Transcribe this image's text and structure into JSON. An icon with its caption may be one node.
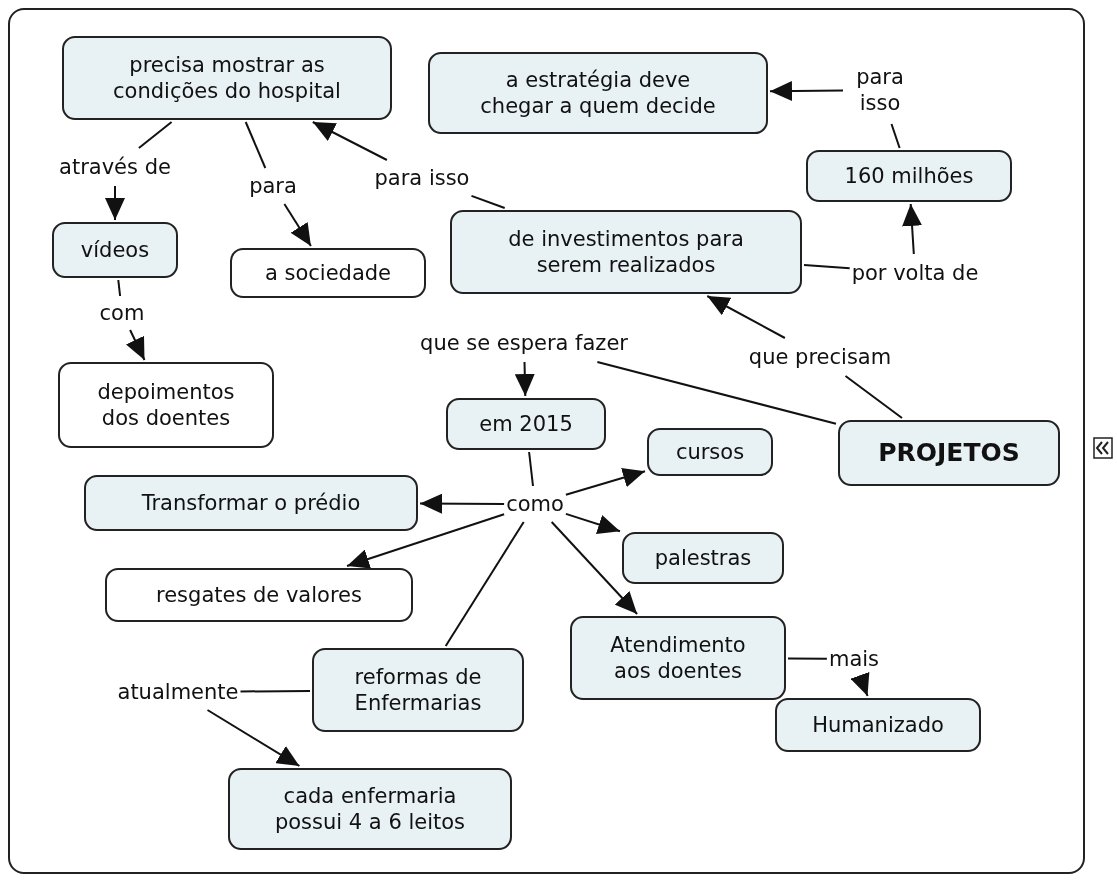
{
  "diagram": {
    "nodes": [
      {
        "text": [
          "precisa mostrar as condições do hospital"
        ]
      },
      {
        "text": [
          "a estratégia deve chegar a quem decide"
        ]
      },
      {
        "text": [
          "para isso"
        ]
      },
      {
        "text": [
          "160 milhões"
        ]
      },
      {
        "text": [
          "através de"
        ]
      },
      {
        "text": [
          "para"
        ]
      },
      {
        "text": [
          "para isso"
        ]
      },
      {
        "text": [
          "vídeos"
        ]
      },
      {
        "text": [
          "a sociedade"
        ]
      },
      {
        "text": [
          "de investimentos para serem realizados"
        ]
      },
      {
        "text": [
          "por volta de"
        ]
      },
      {
        "text": [
          "com"
        ]
      },
      {
        "text": [
          "que se espera fazer"
        ]
      },
      {
        "text": [
          "que precisam"
        ]
      },
      {
        "text": [
          "depoimentos dos doentes"
        ]
      },
      {
        "text": [
          "em 2015"
        ]
      },
      {
        "text": [
          "cursos"
        ]
      },
      {
        "text": [
          "PROJETOS"
        ]
      },
      {
        "text": [
          "Transformar o prédio"
        ]
      },
      {
        "text": [
          "como"
        ]
      },
      {
        "text": [
          "palestras"
        ]
      },
      {
        "text": [
          "resgates de valores"
        ]
      },
      {
        "text": [
          "Atendimento aos doentes"
        ]
      },
      {
        "text": [
          "mais"
        ]
      },
      {
        "text": [
          "atualmente"
        ]
      },
      {
        "text": [
          "reformas de Enfermarias"
        ]
      },
      {
        "text": [
          "Humanizado"
        ]
      },
      {
        "text": [
          "cada enfermaria possui 4 a 6 leitos"
        ]
      }
    ],
    "edges": [
      {
        "from": 2,
        "to": 1,
        "arrow": "to"
      },
      {
        "from": 3,
        "to": 2,
        "arrow": "none"
      },
      {
        "from": 0,
        "to": 4,
        "arrow": "none"
      },
      {
        "from": 4,
        "to": 7,
        "arrow": "to"
      },
      {
        "from": 0,
        "to": 5,
        "arrow": "none"
      },
      {
        "from": 5,
        "to": 8,
        "arrow": "to"
      },
      {
        "from": 9,
        "to": 6,
        "arrow": "none"
      },
      {
        "from": 6,
        "to": 0,
        "arrow": "to"
      },
      {
        "from": 9,
        "to": 10,
        "arrow": "none"
      },
      {
        "from": 10,
        "to": 3,
        "arrow": "to"
      },
      {
        "from": 7,
        "to": 11,
        "arrow": "none"
      },
      {
        "from": 11,
        "to": 14,
        "arrow": "to"
      },
      {
        "from": 17,
        "to": 12,
        "arrow": "none"
      },
      {
        "from": 12,
        "to": 15,
        "arrow": "to"
      },
      {
        "from": 17,
        "to": 13,
        "arrow": "none"
      },
      {
        "from": 13,
        "to": 9,
        "arrow": "to"
      },
      {
        "from": 15,
        "to": 19,
        "arrow": "none"
      },
      {
        "from": 19,
        "to": 16,
        "arrow": "to"
      },
      {
        "from": 19,
        "to": 18,
        "arrow": "to"
      },
      {
        "from": 19,
        "to": 20,
        "arrow": "to"
      },
      {
        "from": 19,
        "to": 21,
        "arrow": "to"
      },
      {
        "from": 19,
        "to": 22,
        "arrow": "to"
      },
      {
        "from": 19,
        "to": 25,
        "arrow": "none"
      },
      {
        "from": 22,
        "to": 23,
        "arrow": "none"
      },
      {
        "from": 23,
        "to": 26,
        "arrow": "to"
      },
      {
        "from": 25,
        "to": 24,
        "arrow": "none"
      },
      {
        "from": 24,
        "to": 27,
        "arrow": "to"
      }
    ]
  }
}
